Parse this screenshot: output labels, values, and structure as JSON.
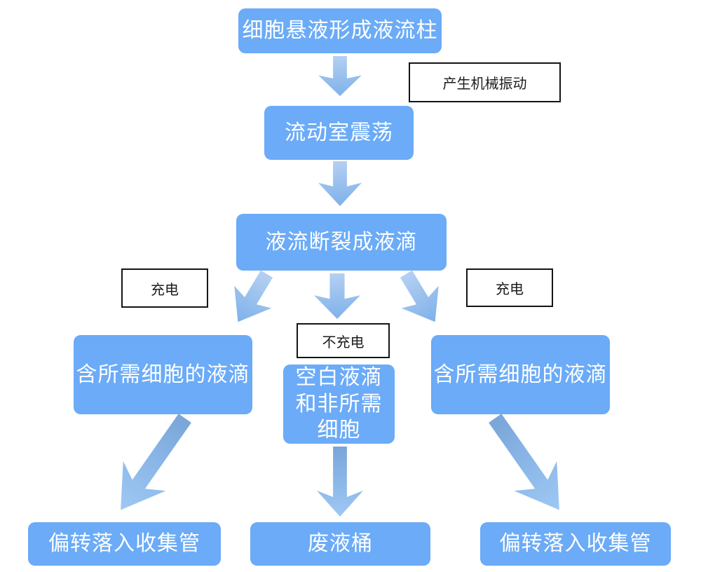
{
  "diagram": {
    "title_hint": "流式细胞分选流程图",
    "colors": {
      "background": "#ffffff",
      "node_fill": "#6babf7",
      "node_text": "#ffffff",
      "label_border": "#141414",
      "label_text": "#1c1c1c",
      "arrow_light": "#b7d1f3",
      "arrow_dark": "#7db0ea"
    },
    "nodes": {
      "top": "细胞悬液形成液流柱",
      "flow_chamber": "流动室震荡",
      "stream_break": "液流断裂成液滴",
      "left_droplet": "含所需细胞的液滴",
      "middle_droplet": "空白液滴\n和非所需\n细胞",
      "right_droplet": "含所需细胞的液滴",
      "bottom_left": "偏转落入收集管",
      "bottom_middle": "废液桶",
      "bottom_right": "偏转落入收集管"
    },
    "labels": {
      "vibration": "产生机械振动",
      "charge_left": "充电",
      "no_charge": "不充电",
      "charge_right": "充电"
    }
  }
}
